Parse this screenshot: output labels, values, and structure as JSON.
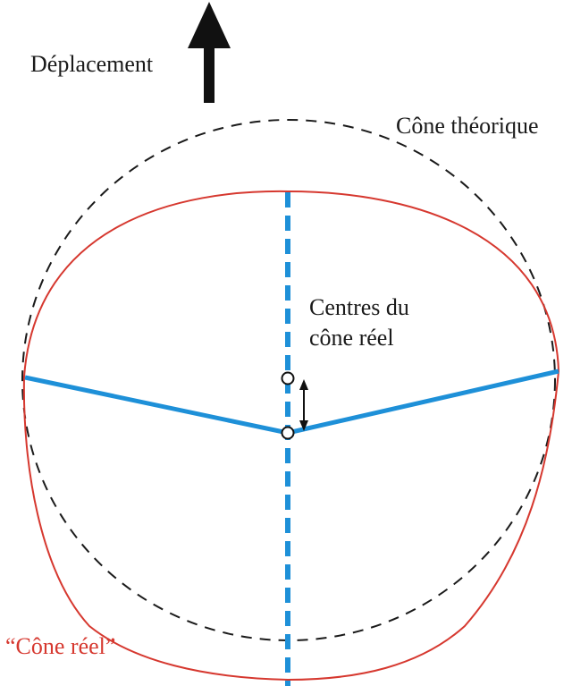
{
  "labels": {
    "displacement": "Déplacement",
    "theoretical_cone": "Cône théorique",
    "real_cone_centers_line1": "Centres du",
    "real_cone_centers_line2": "cône réel",
    "real_cone": "“Cône réel”"
  },
  "colors": {
    "theoretical_cone_stroke": "#1a1a1a",
    "real_cone_stroke": "#d6382f",
    "axis_blue": "#1e90d8",
    "text": "#1a1a1a",
    "real_cone_text": "#d6382f",
    "arrow": "#111111"
  },
  "icons": {
    "displacement_arrow": "up-arrow-icon",
    "center_marker": "circle-marker-icon",
    "center_shift": "double-arrow-icon"
  }
}
